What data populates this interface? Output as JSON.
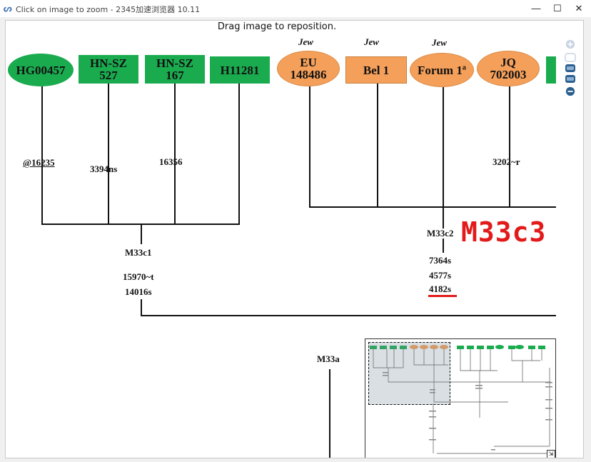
{
  "window": {
    "title": "Click on image to zoom - 2345加速浏览器 10.11",
    "minimize": "—",
    "maximize": "☐",
    "close": "✕"
  },
  "viewer": {
    "hint": "Drag image to reposition."
  },
  "tree": {
    "top_nodes": [
      {
        "label": "HG00457"
      },
      {
        "label_line1": "HN-SZ",
        "label_line2": "527"
      },
      {
        "label_line1": "HN-SZ",
        "label_line2": "167"
      },
      {
        "label": "H11281"
      },
      {
        "tag": "Jew",
        "label_line1": "EU",
        "label_line2": "148486"
      },
      {
        "tag": "Jew",
        "label": "Bel 1"
      },
      {
        "tag": "Jew",
        "label": "Forum 1ª"
      },
      {
        "label_line1": "JQ",
        "label_line2": "702003"
      }
    ],
    "branch_labels": {
      "b1": "@16235",
      "b2": "3394ns",
      "b3": "16356",
      "b4": "3202~r"
    },
    "m33c1": {
      "name": "M33c1",
      "mutations": [
        "15970~t",
        "14016s"
      ]
    },
    "m33c2": {
      "name": "M33c2",
      "mutations": [
        "7364s",
        "4577s",
        "4182s"
      ]
    },
    "m33c3": "M33c3",
    "m33a": "M33a"
  },
  "colors": {
    "green": "#1aab4f",
    "orange": "#f5a05a",
    "red": "#e21a1a",
    "zoom_blue": "#2b5f8f"
  }
}
